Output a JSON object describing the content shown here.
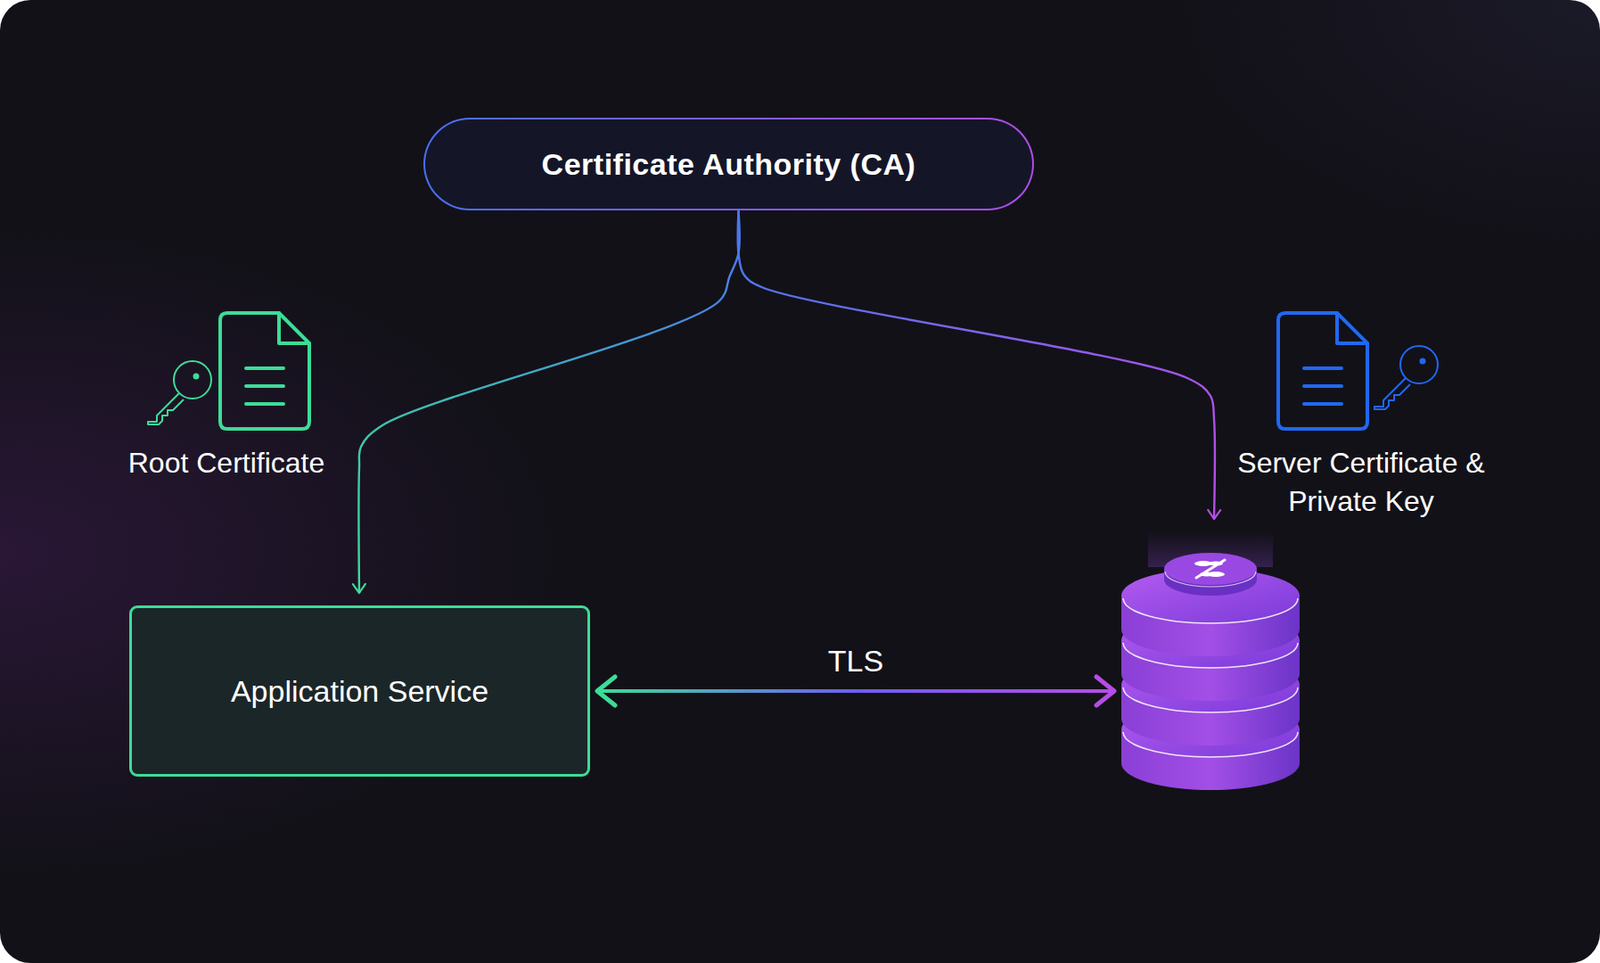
{
  "diagram": {
    "nodes": [
      {
        "text": [
          "Certificate Authority (CA)"
        ]
      },
      {
        "text": [
          "Application Service"
        ]
      },
      {
        "text": []
      }
    ],
    "edges": [
      {
        "from": 0,
        "to": 1,
        "arrow": "to"
      },
      {
        "from": 0,
        "to": 2,
        "arrow": "to"
      },
      {
        "from": 1,
        "to": 2,
        "label": "TLS",
        "arrow": "both"
      }
    ],
    "labels": [
      "Root Certificate",
      "Server Certificate & Private Key"
    ]
  }
}
